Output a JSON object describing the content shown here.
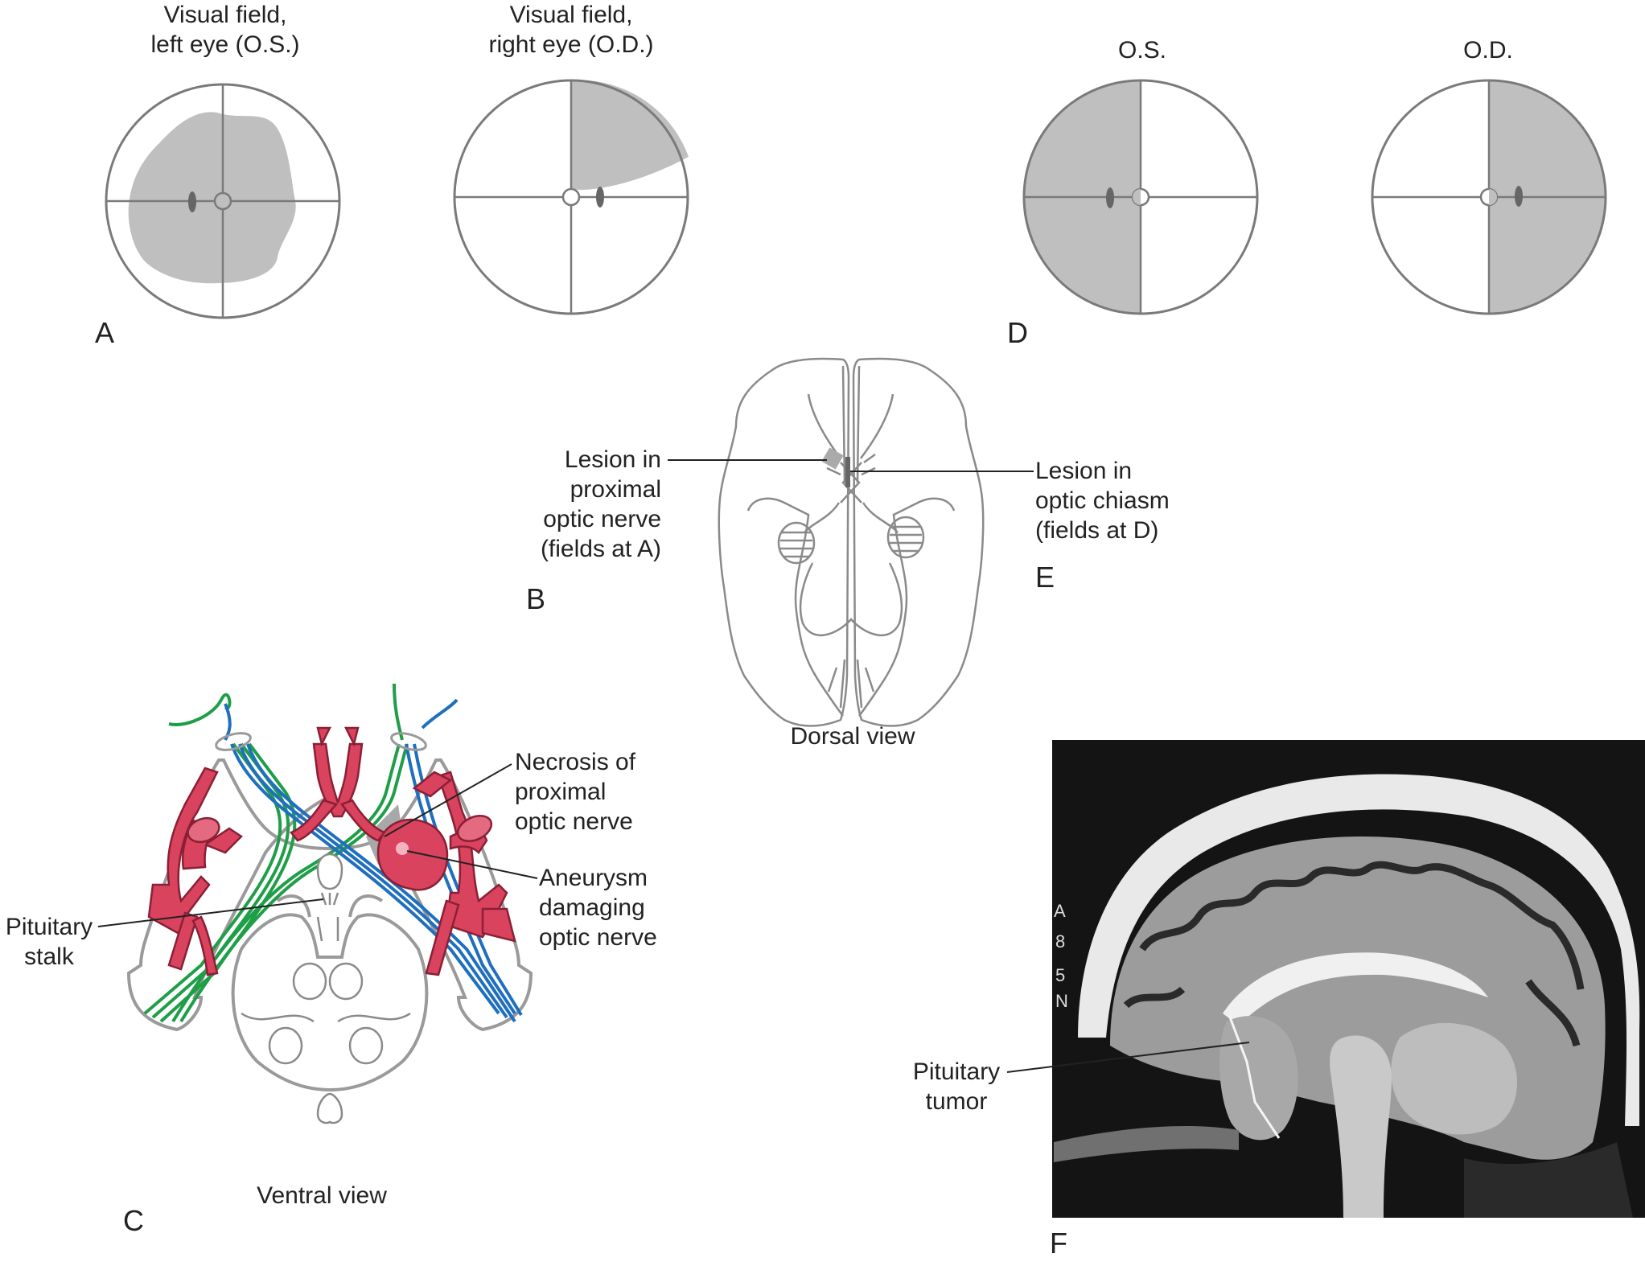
{
  "panel_a": {
    "letter": "A",
    "left_eye_title": [
      "Visual field,",
      "left eye (O.S.)"
    ],
    "right_eye_title": [
      "Visual field,",
      "right eye (O.D.)"
    ]
  },
  "panel_b": {
    "letter": "B",
    "lesion_label": [
      "Lesion in",
      "proximal",
      "optic nerve",
      "(fields at A)"
    ],
    "view_label": "Dorsal view"
  },
  "panel_c": {
    "letter": "C",
    "view_label": "Ventral view",
    "pituitary_stalk_label": [
      "Pituitary",
      "stalk"
    ],
    "necrosis_label": [
      "Necrosis of",
      "proximal",
      "optic nerve"
    ],
    "aneurysm_label": [
      "Aneurysm",
      "damaging",
      "optic nerve"
    ]
  },
  "panel_d": {
    "letter": "D",
    "os_label": "O.S.",
    "od_label": "O.D."
  },
  "panel_e": {
    "letter": "E",
    "lesion_label": [
      "Lesion in",
      "optic chiasm",
      "(fields at D)"
    ]
  },
  "panel_f": {
    "letter": "F",
    "tumor_label": [
      "Pituitary",
      "tumor"
    ],
    "film_marks": [
      "A",
      "8",
      "5",
      "N"
    ]
  },
  "colors": {
    "field_defect": "#bfbfbf",
    "artery": "#d9435e",
    "temporal_fibers": "#1f9e48",
    "nasal_fibers": "#1f6fbf",
    "outline": "#888888"
  }
}
